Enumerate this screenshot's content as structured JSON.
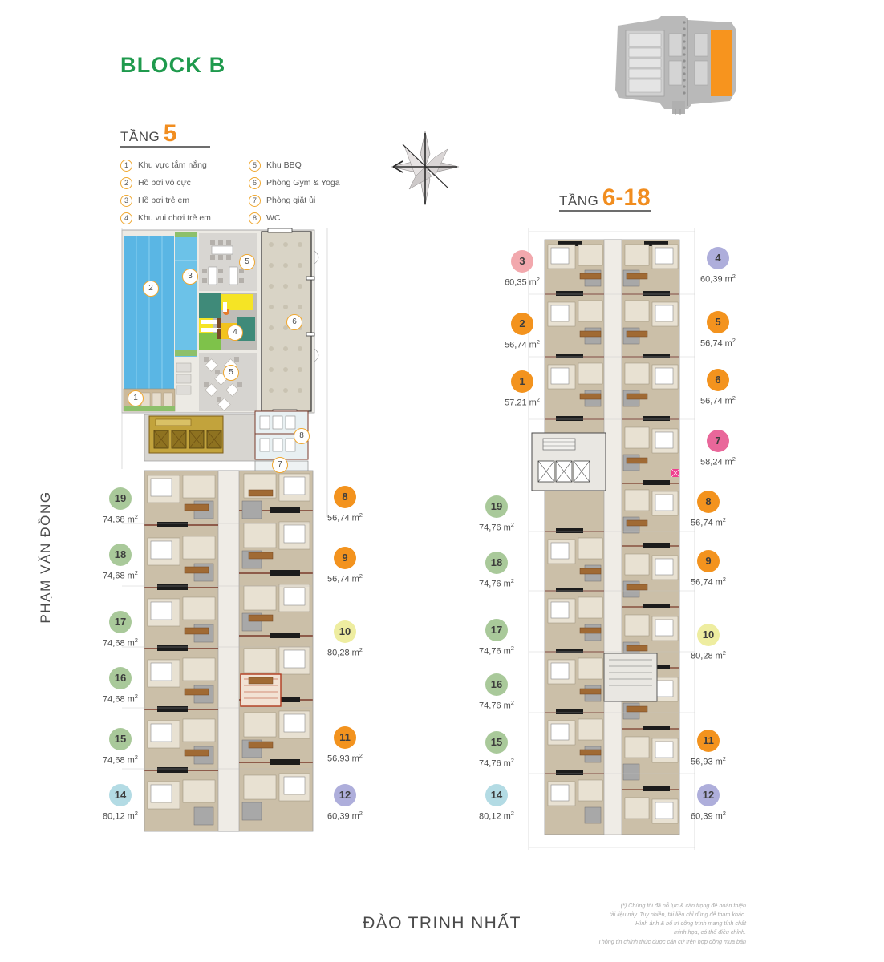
{
  "header": {
    "block_title": "BLOCK B",
    "accent_green": "#1f9a4d",
    "accent_orange": "#f18d1f"
  },
  "floor_left": {
    "prefix": "TẦNG",
    "number": "5"
  },
  "floor_right": {
    "prefix": "TẦNG",
    "number": "6-18"
  },
  "legend": {
    "column1": [
      {
        "num": "1",
        "label": "Khu vực tắm nắng"
      },
      {
        "num": "2",
        "label": "Hồ bơi vô cực"
      },
      {
        "num": "3",
        "label": "Hồ bơi trẻ em"
      },
      {
        "num": "4",
        "label": "Khu vui chơi trẻ em"
      }
    ],
    "column2": [
      {
        "num": "5",
        "label": "Khu BBQ"
      },
      {
        "num": "6",
        "label": "Phòng Gym & Yoga"
      },
      {
        "num": "7",
        "label": "Phòng giặt ủi"
      },
      {
        "num": "8",
        "label": "WC"
      }
    ]
  },
  "plan_left_markers_left": [
    {
      "num": "19",
      "area": "74,68 m",
      "color": "#a9c99a"
    },
    {
      "num": "18",
      "area": "74,68 m",
      "color": "#a9c99a"
    },
    {
      "num": "17",
      "area": "74,68 m",
      "color": "#a9c99a"
    },
    {
      "num": "16",
      "area": "74,68 m",
      "color": "#a9c99a"
    },
    {
      "num": "15",
      "area": "74,68 m",
      "color": "#a9c99a"
    },
    {
      "num": "14",
      "area": "80,12 m",
      "color": "#b3dbe4"
    }
  ],
  "plan_left_markers_right": [
    {
      "num": "8",
      "area": "56,74 m",
      "color": "#f3931e"
    },
    {
      "num": "9",
      "area": "56,74 m",
      "color": "#f3931e"
    },
    {
      "num": "10",
      "area": "80,28 m",
      "color": "#eeeda0"
    },
    {
      "num": "11",
      "area": "56,93 m",
      "color": "#f3931e"
    },
    {
      "num": "12",
      "area": "60,39 m",
      "color": "#aeaedb"
    }
  ],
  "plan_right_markers_left_top": [
    {
      "num": "3",
      "area": "60,35 m",
      "color": "#f2a8ad"
    },
    {
      "num": "2",
      "area": "56,74 m",
      "color": "#f3931e"
    },
    {
      "num": "1",
      "area": "57,21 m",
      "color": "#f3931e"
    }
  ],
  "plan_right_markers_right_top": [
    {
      "num": "4",
      "area": "60,39 m",
      "color": "#aeaedb"
    },
    {
      "num": "5",
      "area": "56,74 m",
      "color": "#f3931e"
    },
    {
      "num": "6",
      "area": "56,74 m",
      "color": "#f3931e"
    },
    {
      "num": "7",
      "area": "58,24 m",
      "color": "#e9679a"
    }
  ],
  "plan_right_markers_left": [
    {
      "num": "19",
      "area": "74,76 m",
      "color": "#a9c99a"
    },
    {
      "num": "18",
      "area": "74,76 m",
      "color": "#a9c99a"
    },
    {
      "num": "17",
      "area": "74,76 m",
      "color": "#a9c99a"
    },
    {
      "num": "16",
      "area": "74,76 m",
      "color": "#a9c99a"
    },
    {
      "num": "15",
      "area": "74,76 m",
      "color": "#a9c99a"
    },
    {
      "num": "14",
      "area": "80,12 m",
      "color": "#b3dbe4"
    }
  ],
  "plan_right_markers_right": [
    {
      "num": "8",
      "area": "56,74 m",
      "color": "#f3931e"
    },
    {
      "num": "9",
      "area": "56,74 m",
      "color": "#f3931e"
    },
    {
      "num": "10",
      "area": "80,28 m",
      "color": "#eeeda0"
    },
    {
      "num": "11",
      "area": "56,93 m",
      "color": "#f3931e"
    },
    {
      "num": "12",
      "area": "60,39 m",
      "color": "#aeaedb"
    }
  ],
  "amenity_callouts_floor5": [
    {
      "num": "1"
    },
    {
      "num": "2"
    },
    {
      "num": "3"
    },
    {
      "num": "4"
    },
    {
      "num": "5"
    },
    {
      "num": "5"
    },
    {
      "num": "6"
    },
    {
      "num": "7"
    },
    {
      "num": "8"
    }
  ],
  "streets": {
    "left": "PHẠM VĂN ĐỒNG",
    "bottom": "ĐÀO TRINH NHẤT"
  },
  "disclaimer": {
    "line1": "(*) Chúng tôi đã nỗ lực & cẩn trọng để hoàn thiện",
    "line2": "tài liệu này. Tuy nhiên, tài liệu chỉ dùng để tham khảo.",
    "line3": "Hình ảnh & bố trí công trình mang tính chất",
    "line4": "minh họa, có thể điều chỉnh.",
    "line5": "Thông tin chính thức được căn cứ trên hợp đồng mua bán"
  },
  "keymap": {
    "highlight_color": "#f7941e",
    "base_color": "#b0b0b0"
  },
  "compass": {
    "name": "compass-rose"
  }
}
